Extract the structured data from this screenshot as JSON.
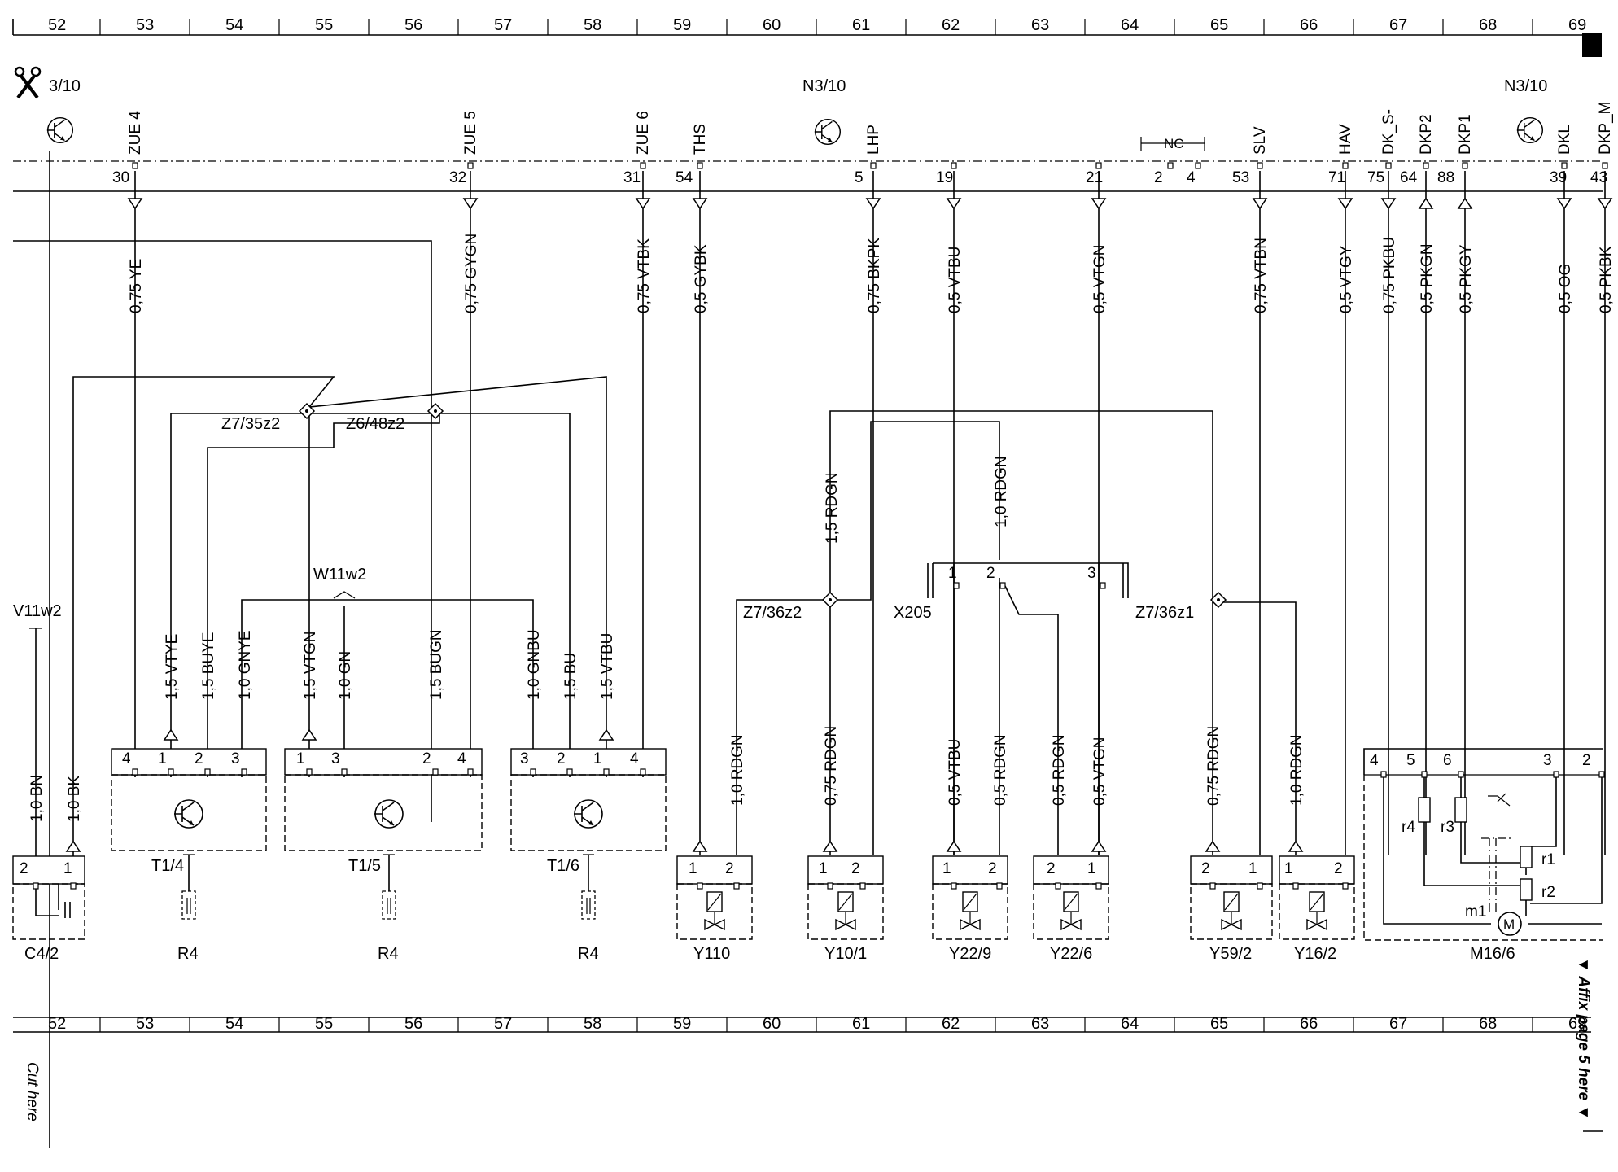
{
  "grid_top": [
    "52",
    "53",
    "54",
    "55",
    "56",
    "57",
    "58",
    "59",
    "60",
    "61",
    "62",
    "63",
    "64",
    "65",
    "66",
    "67",
    "68",
    "69"
  ],
  "grid_bottom": [
    "52",
    "53",
    "54",
    "55",
    "56",
    "57",
    "58",
    "59",
    "60",
    "61",
    "62",
    "63",
    "64",
    "65",
    "66",
    "67",
    "68",
    "69"
  ],
  "ecu_left_label": "3/10",
  "ecu_center_label": "N3/10",
  "ecu_right_label": "N3/10",
  "signals": [
    "ZUE 4",
    "ZUE 5",
    "ZUE 6",
    "THS",
    "LHP",
    "SLV",
    "HAV",
    "DK_S-",
    "DKP2",
    "DKP1",
    "DKL",
    "DKP_M"
  ],
  "nc_label": "NC",
  "pin_numbers": [
    "30",
    "32",
    "31",
    "54",
    "5",
    "19",
    "21",
    "2",
    "4",
    "53",
    "71",
    "75",
    "64",
    "88",
    "39",
    "43"
  ],
  "upper_wires": [
    "0,75 YE",
    "0,75 GYGN",
    "0,75 VTBK",
    "0,5 GYBK",
    "0,75 BKPK",
    "0,5 VTBU",
    "0,5 VTGN",
    "0,75 VTBN",
    "0,5 VTGY",
    "0,75 PKBU",
    "0,5 PKGN",
    "0,5 PKGY",
    "0,5 OG",
    "0,5 PKBK"
  ],
  "splices": [
    "Z7/35z2",
    "Z6/48z2",
    "Z7/36z2",
    "Z7/36z1"
  ],
  "mid_wires": [
    "1,5 RDGN",
    "1,0 RDGN"
  ],
  "connector_x205": {
    "name": "X205",
    "pins": [
      "1",
      "2",
      "3"
    ]
  },
  "shield_w11w2": "W11w2",
  "shield_v11w2": "V11w2",
  "transistor_wires": [
    "1,5 VTYE",
    "1,5 BUYE",
    "1,0 GNYE",
    "1,5 VTGN",
    "1,0 GN",
    "1,5 BUGN",
    "1,0 GNBU",
    "1,5 BU",
    "1,5 VTBU"
  ],
  "t14_pins": [
    "4",
    "1",
    "2",
    "3"
  ],
  "t15_pins": [
    "1",
    "3",
    "2",
    "4"
  ],
  "t16_pins": [
    "3",
    "2",
    "1",
    "4"
  ],
  "c42_wires": [
    "1,0 BN",
    "1,0 BK"
  ],
  "valve_wires": [
    "1,0 RDGN",
    "0,75 RDGN",
    "0,5 VTBU",
    "0,5 RDGN",
    "0,5 RDGN",
    "0,5 VTGN",
    "0,75 RDGN",
    "1,0 RDGN"
  ],
  "components": [
    "C4/2",
    "T1/4",
    "T1/5",
    "T1/6",
    "R4",
    "R4",
    "R4",
    "Y110",
    "Y10/1",
    "Y22/9",
    "Y22/6",
    "Y59/2",
    "Y16/2",
    "M16/6"
  ],
  "m166_pins": [
    "4",
    "5",
    "6",
    "3",
    "2"
  ],
  "m166_parts": [
    "r4",
    "r3",
    "r1",
    "r2",
    "m1",
    "M"
  ],
  "cut_here": "Cut here",
  "affix_note": "▼ Affix page 5 here ▼"
}
